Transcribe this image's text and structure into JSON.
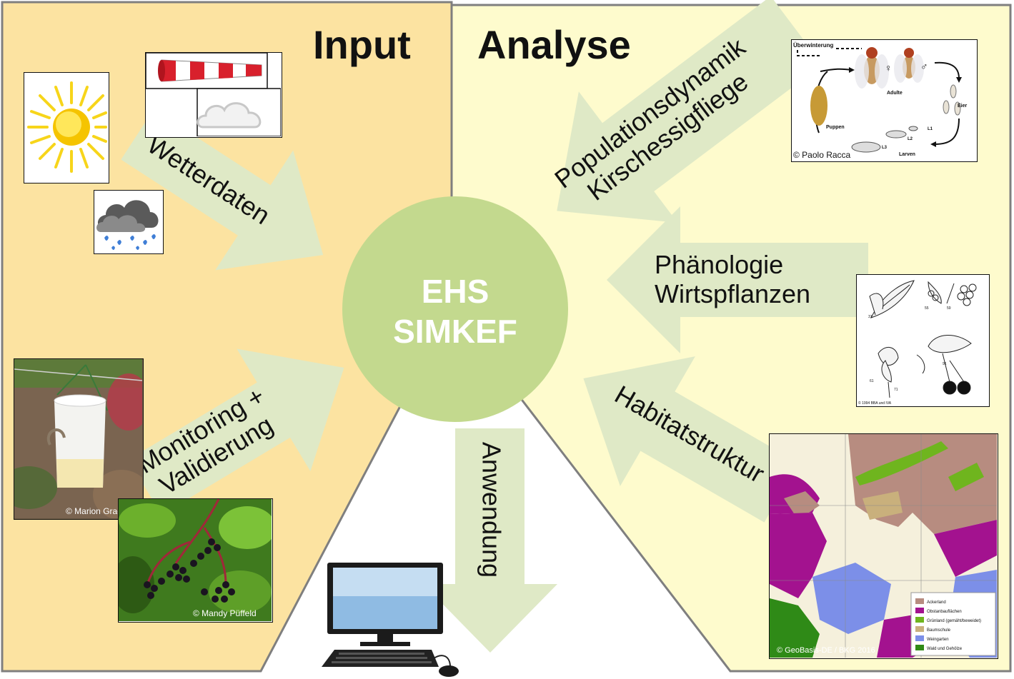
{
  "sections": {
    "input_title": "Input",
    "analyse_title": "Analyse"
  },
  "center": {
    "line1": "EHS",
    "line2": "SIMKEF"
  },
  "arrows": {
    "wetterdaten": "Wetterdaten",
    "monitoring_line1": "Monitoring +",
    "monitoring_line2": "Validierung",
    "population_line1": "Populationsdynamik",
    "population_line2": "Kirschessigfliege",
    "phaenologie_line1": "Phänologie",
    "phaenologie_line2": "Wirtspflanzen",
    "habitat": "Habitatstruktur",
    "anwendung": "Anwendung"
  },
  "lifecycle": {
    "ueberwinterung": "Überwinterung",
    "adulte": "Adulte",
    "eier": "Eier",
    "puppen": "Puppen",
    "larven": "Larven",
    "l1": "L1",
    "l2": "L2",
    "l3": "L3",
    "female_symbol": "♀",
    "male_symbol": "♂",
    "credit": "© Paolo Racca"
  },
  "plants": {
    "n31": "31",
    "n55": "55",
    "n59": "59",
    "n61": "61",
    "n71": "71",
    "n91": "91",
    "credit": "© 1994 BBA und IVA"
  },
  "map": {
    "legend": [
      {
        "label": "Ackerland",
        "color": "#b78c80"
      },
      {
        "label": "Obstanbauflächen",
        "color": "#a3128f"
      },
      {
        "label": "Grünland (gemäht/beweidet)",
        "color": "#6fb51e"
      },
      {
        "label": "Baumschule",
        "color": "#c9b07c"
      },
      {
        "label": "Weingarten",
        "color": "#7c8fe8"
      },
      {
        "label": "Wald und Gehölze",
        "color": "#2f8a17"
      }
    ],
    "credit": "© GeoBasis-DE / BKG 2016"
  },
  "photos": {
    "trap_credit": "© Marion Gradl",
    "elder_credit": "© Mandy Püffeld"
  },
  "colors": {
    "input_bg": "#fce3a1",
    "analyse_bg": "#fefbcd",
    "center_circle": "#c3d98e",
    "arrow": "#dfe9c6",
    "border": "#7f7f7f"
  }
}
